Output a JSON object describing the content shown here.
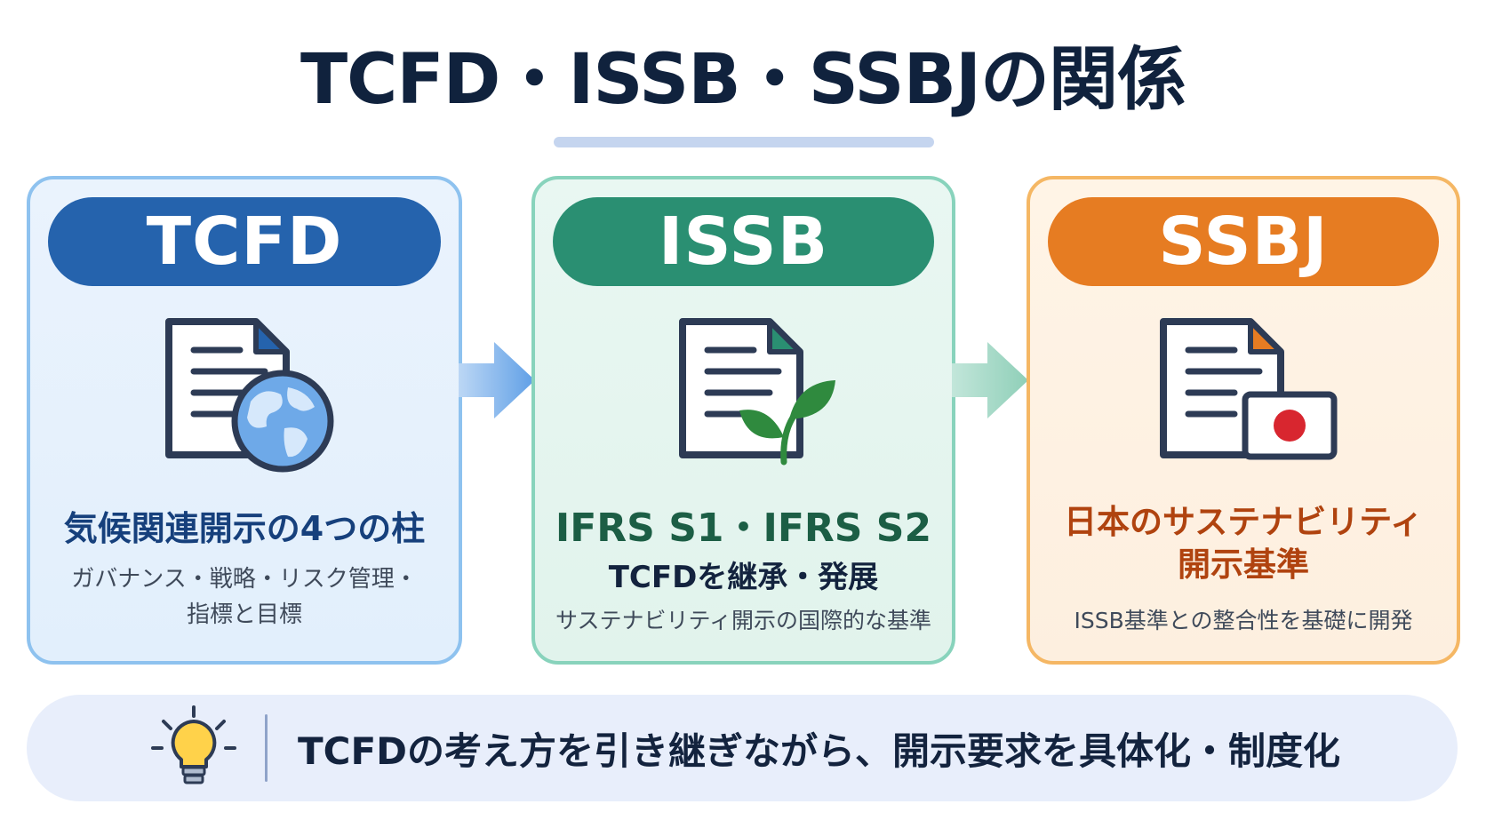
{
  "title": "TCFD・ISSB・SSBJの関係",
  "cards": {
    "tcfd": {
      "label": "TCFD",
      "headline": "気候関連開示の4つの柱",
      "desc_line1": "ガバナンス・戦略・リスク管理・",
      "desc_line2": "指標と目標",
      "icon": "document-globe-icon"
    },
    "issb": {
      "label": "ISSB",
      "headline": "IFRS S1・IFRS S2",
      "subhead": "TCFDを継承・発展",
      "desc": "サステナビリティ開示の国際的な基準",
      "icon": "document-leaf-icon"
    },
    "ssbj": {
      "label": "SSBJ",
      "headline_line1": "日本のサステナビリティ",
      "headline_line2": "開示基準",
      "desc": "ISSB基準との整合性を基礎に開発",
      "icon": "document-japan-flag-icon"
    }
  },
  "banner": {
    "icon": "lightbulb-icon",
    "text": "TCFDの考え方を引き継ぎながら、開示要求を具体化・制度化"
  },
  "colors": {
    "tcfd": "#2563ad",
    "issb": "#2a8f72",
    "ssbj": "#e67c22",
    "title": "#10223d"
  }
}
